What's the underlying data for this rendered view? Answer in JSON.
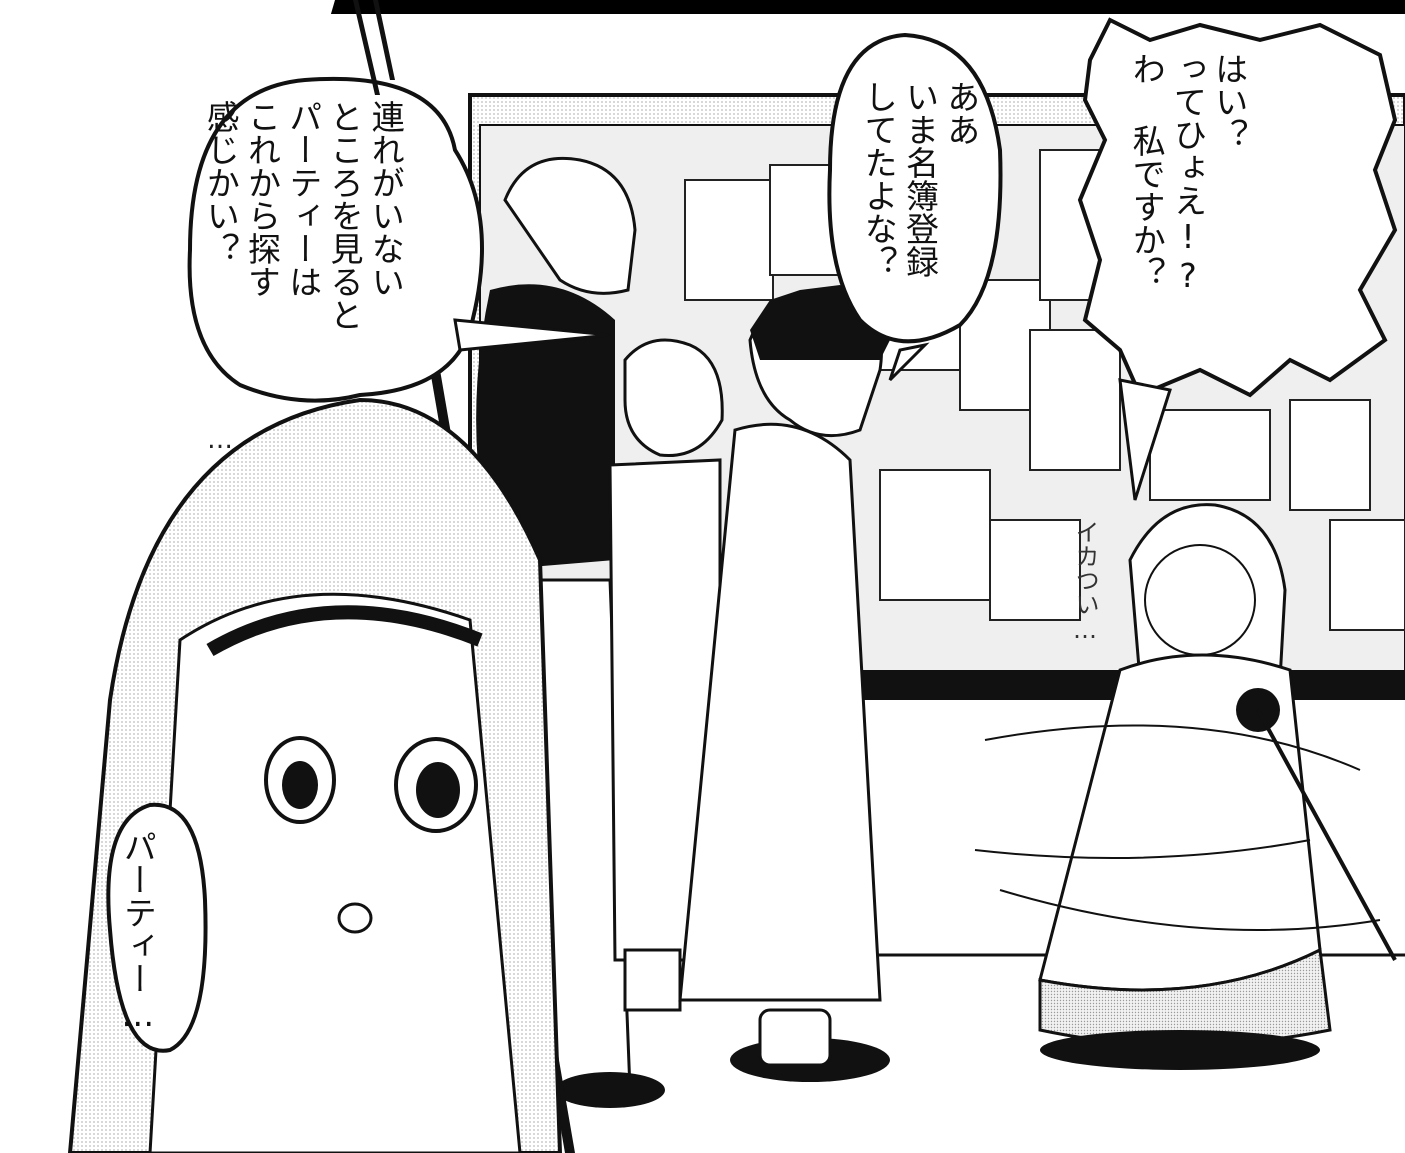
{
  "panel": {
    "bubbles": {
      "party_question": "連れがいない\nところを見ると\nパーティーは\nこれから探す\n感じかい？",
      "registered": "ああ\nいま名簿登録\nしてたよな？",
      "shout": "はい？\nってひょえ!?\nわ 私ですか？",
      "party_ellipsis": "パーティー…"
    },
    "sfx": {
      "dots": "…",
      "ikatsui": "イカつい…"
    }
  },
  "colors": {
    "ink": "#111111",
    "paper": "#ffffff",
    "screentone": "#d9d9d9"
  }
}
